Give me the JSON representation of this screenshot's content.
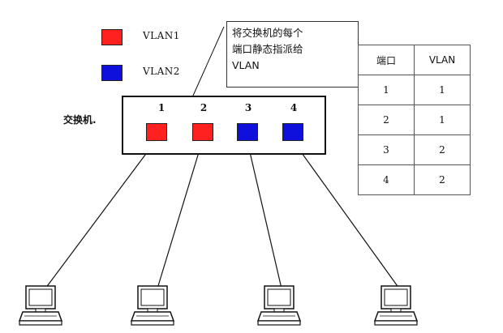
{
  "colors": {
    "vlan1": "#ff2020",
    "vlan2": "#1010dd",
    "ink": "#111111"
  },
  "legend": [
    {
      "label": "VLAN1",
      "vlan": "vlan1"
    },
    {
      "label": "VLAN2",
      "vlan": "vlan2"
    }
  ],
  "callout": {
    "lines": [
      "将交换机的每个",
      "端口静态指派给",
      "VLAN"
    ]
  },
  "switch": {
    "label": "交换机.",
    "ports": [
      {
        "number": "1",
        "vlan": "vlan1"
      },
      {
        "number": "2",
        "vlan": "vlan1"
      },
      {
        "number": "3",
        "vlan": "vlan2"
      },
      {
        "number": "4",
        "vlan": "vlan2"
      }
    ]
  },
  "table": {
    "headers": [
      "端口",
      "VLAN"
    ],
    "rows": [
      [
        "1",
        "1"
      ],
      [
        "2",
        "1"
      ],
      [
        "3",
        "2"
      ],
      [
        "4",
        "2"
      ]
    ]
  },
  "computers": [
    {
      "icon": "computer-icon"
    },
    {
      "icon": "computer-icon"
    },
    {
      "icon": "computer-icon"
    },
    {
      "icon": "computer-icon"
    }
  ]
}
